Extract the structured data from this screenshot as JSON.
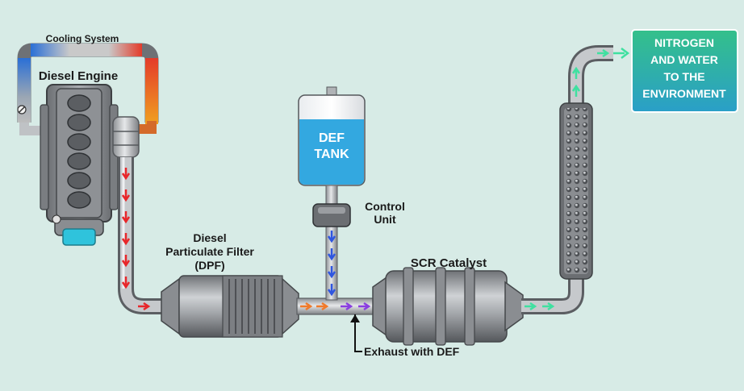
{
  "labels": {
    "cooling_system": "Cooling System",
    "diesel_engine": "Diesel Engine",
    "dpf_line1": "Diesel",
    "dpf_line2": "Particulate Filter",
    "dpf_line3": "(DPF)",
    "def_tank_line1": "DEF",
    "def_tank_line2": "TANK",
    "control_unit_line1": "Control",
    "control_unit_line2": "Unit",
    "scr_catalyst": "SCR Catalyst",
    "exhaust_with_def": "Exhaust with DEF",
    "env_line1": "NITROGEN",
    "env_line2": "AND WATER",
    "env_line3": "TO THE",
    "env_line4": "ENVIRONMENT"
  },
  "colors": {
    "background": "#d7ebe6",
    "exhaust_arrow": "#e8262a",
    "dpf_arrow": "#f07a2a",
    "def_arrow": "#2f56e0",
    "mixed_arrow": "#8a3ee0",
    "clean_arrow": "#3fe0a0",
    "def_fluid": "#33a8e0",
    "environment_box": "#2fb89a"
  }
}
